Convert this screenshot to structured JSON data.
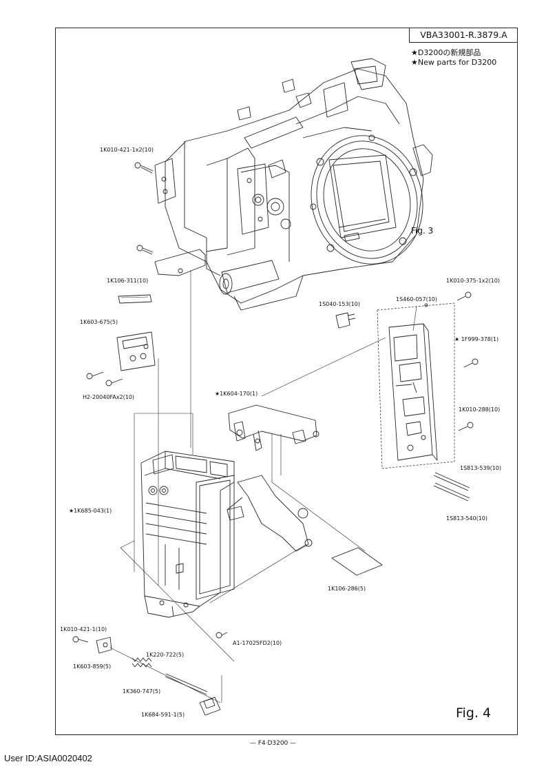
{
  "document": {
    "code": "VBA33001-R.3879.A",
    "note_ja": "★D3200の新規部品",
    "note_en": "★New parts for D3200",
    "footer": "— F4·D3200 —",
    "user_id": "User ID:ASIA0020402"
  },
  "figures": {
    "fig3": "Fig. 3",
    "fig4": "Fig. 4"
  },
  "parts": [
    {
      "id": "p01",
      "label": "1K010-421-1x2(10)"
    },
    {
      "id": "p02",
      "label": "1K106-311(10)"
    },
    {
      "id": "p03",
      "label": "1K603-675(5)"
    },
    {
      "id": "p04",
      "label": "H2-20040FAx2(10)"
    },
    {
      "id": "p05",
      "label": "1K010-375-1x2(10)"
    },
    {
      "id": "p06",
      "label": "1S460-057(10)"
    },
    {
      "id": "p07",
      "label": "1S040-153(10)"
    },
    {
      "id": "p08",
      "label": "★ 1F999-378(1)"
    },
    {
      "id": "p09",
      "label": "★1K604-170(1)"
    },
    {
      "id": "p10",
      "label": "1K010-288(10)"
    },
    {
      "id": "p11",
      "label": "1S813-539(10)"
    },
    {
      "id": "p12",
      "label": "1S813-540(10)"
    },
    {
      "id": "p13",
      "label": "★1K685-043(1)"
    },
    {
      "id": "p14",
      "label": "1K106-286(5)"
    },
    {
      "id": "p15",
      "label": "A1-17025FD2(10)"
    },
    {
      "id": "p16",
      "label": "1K010-421-1(10)"
    },
    {
      "id": "p17",
      "label": "1K220-722(5)"
    },
    {
      "id": "p18",
      "label": "1K603-859(5)"
    },
    {
      "id": "p19",
      "label": "1K360-747(5)"
    },
    {
      "id": "p20",
      "label": "1K684-591-1(5)"
    }
  ]
}
